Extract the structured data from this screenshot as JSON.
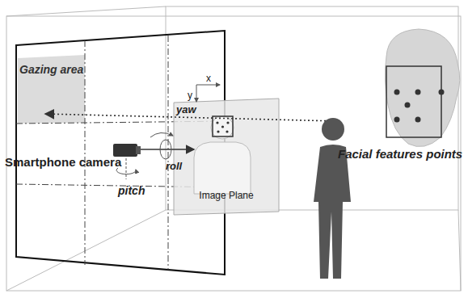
{
  "diagram": {
    "nodes": [
      {
        "text": [
          "Gazing area"
        ]
      },
      {
        "text": [
          "Image Plane"
        ]
      }
    ],
    "labels": [
      "Smartphone camera",
      "pitch",
      "yaw",
      "roll",
      "x",
      "y",
      "Facial features points"
    ]
  }
}
